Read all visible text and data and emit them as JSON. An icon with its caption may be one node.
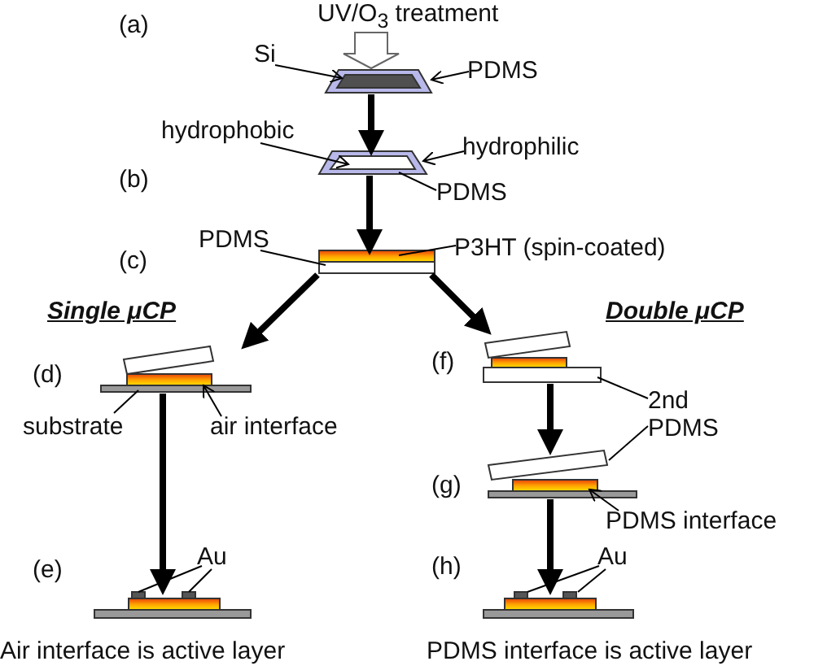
{
  "diagram": {
    "nodes": [
      {
        "text": [
          "UV/O$_{3}$ treatment"
        ]
      },
      {
        "text": [],
        "shape": "picture"
      },
      {
        "text": [
          "Si"
        ]
      },
      {
        "text": [
          "PDMS"
        ]
      },
      {
        "text": [],
        "shape": "picture"
      },
      {
        "text": [
          "hydrophobic"
        ]
      },
      {
        "text": [
          "hydrophilic"
        ]
      },
      {
        "text": [
          "PDMS"
        ]
      },
      {
        "text": [],
        "shape": "picture"
      },
      {
        "text": [
          "PDMS"
        ]
      },
      {
        "text": [
          "P3HT (spin-coated)"
        ]
      },
      {
        "text": [],
        "shape": "picture"
      },
      {
        "text": [
          "substrate"
        ]
      },
      {
        "text": [
          "air interface"
        ]
      },
      {
        "text": [],
        "shape": "picture"
      },
      {
        "text": [
          "Au"
        ]
      },
      {
        "text": [],
        "shape": "picture"
      },
      {
        "text": [
          "2nd PDMS"
        ]
      },
      {
        "text": [],
        "shape": "picture"
      },
      {
        "text": [
          "PDMS interface"
        ]
      },
      {
        "text": [],
        "shape": "picture"
      },
      {
        "text": [
          "Au"
        ]
      }
    ],
    "edges": [
      {
        "from": 0,
        "to": 1,
        "arrow": "to"
      },
      {
        "from": 2,
        "to": 1,
        "arrow": "to"
      },
      {
        "from": 3,
        "to": 1,
        "arrow": "to"
      },
      {
        "from": 1,
        "to": 4,
        "arrow": "to",
        "style": "thick"
      },
      {
        "from": 5,
        "to": 4,
        "arrow": "to"
      },
      {
        "from": 6,
        "to": 4,
        "arrow": "to"
      },
      {
        "from": 7,
        "to": 4,
        "arrow": "none"
      },
      {
        "from": 4,
        "to": 8,
        "arrow": "to",
        "style": "thick"
      },
      {
        "from": 9,
        "to": 8,
        "arrow": "none"
      },
      {
        "from": 10,
        "to": 8,
        "arrow": "none"
      },
      {
        "from": 8,
        "to": 11,
        "arrow": "to",
        "style": "thick"
      },
      {
        "from": 8,
        "to": 16,
        "arrow": "to",
        "style": "thick"
      },
      {
        "from": 12,
        "to": 11,
        "arrow": "none"
      },
      {
        "from": 13,
        "to": 11,
        "arrow": "to"
      },
      {
        "from": 11,
        "to": 14,
        "arrow": "to",
        "style": "thick"
      },
      {
        "from": 15,
        "to": 14,
        "arrow": "none"
      },
      {
        "from": 15,
        "to": 14,
        "arrow": "none"
      },
      {
        "from": 16,
        "to": 18,
        "arrow": "to",
        "style": "thick"
      },
      {
        "from": 17,
        "to": 16,
        "arrow": "none"
      },
      {
        "from": 17,
        "to": 18,
        "arrow": "none"
      },
      {
        "from": 19,
        "to": 18,
        "arrow": "to"
      },
      {
        "from": 18,
        "to": 20,
        "arrow": "to",
        "style": "thick"
      },
      {
        "from": 21,
        "to": 20,
        "arrow": "none"
      },
      {
        "from": 21,
        "to": 20,
        "arrow": "none"
      }
    ],
    "labels": [
      "(a)",
      "(b)",
      "(c)",
      "Single μCP",
      "Double μCP",
      "(d)",
      "(f)",
      "(g)",
      "(e)",
      "(h)",
      "Air interface is active layer",
      "PDMS interface is active layer"
    ]
  }
}
